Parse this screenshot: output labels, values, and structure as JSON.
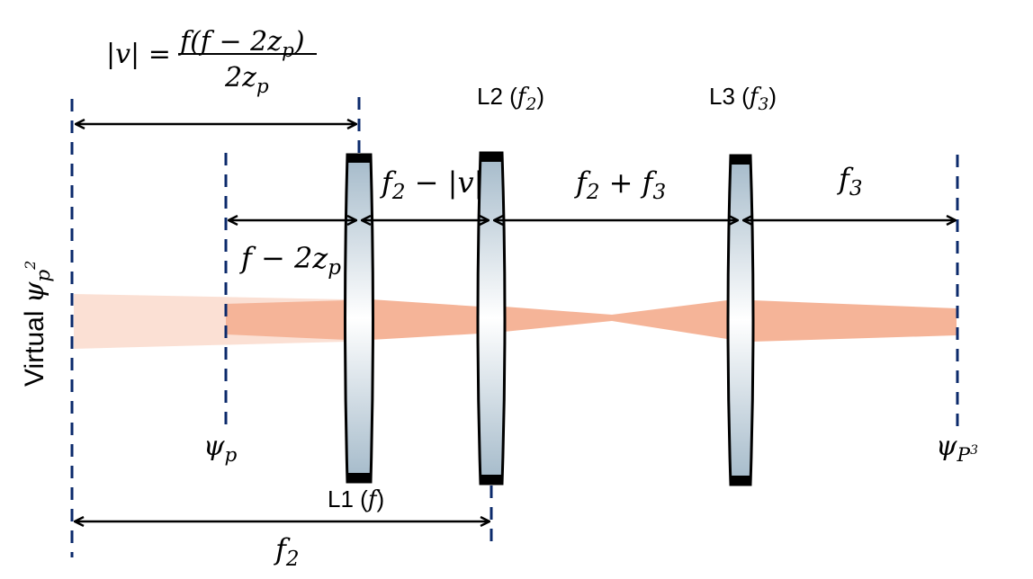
{
  "diagram": {
    "title": "4f relay imaging with virtual plane",
    "formula": {
      "lhs": "|v| = ",
      "numerator": "f(f − 2z",
      "numerator_sub": "p",
      "numerator_close": ")",
      "denominator": "2z",
      "denominator_sub": "p"
    },
    "lenses": [
      {
        "id": "L1",
        "label": "L1 (",
        "focal": "f",
        "focal_sub": "",
        "close": ")"
      },
      {
        "id": "L2",
        "label": "L2 (",
        "focal": "f",
        "focal_sub": "2",
        "close": ")"
      },
      {
        "id": "L3",
        "label": "L3 (",
        "focal": "f",
        "focal_sub": "3",
        "close": ")"
      }
    ],
    "planes": {
      "virtual": {
        "prefix": "Virtual ",
        "symbol": "ψ",
        "sub": "p",
        "sup": "2"
      },
      "object": {
        "symbol": "ψ",
        "sub": "p"
      },
      "image": {
        "symbol": "ψ",
        "sub": "P",
        "sup": "3"
      }
    },
    "distances": {
      "f_minus_2zp": {
        "main": "f − 2z",
        "sub": "p"
      },
      "f2_minus_v": {
        "main": "f",
        "sub": "2",
        "rest": " − |v|"
      },
      "f2_plus_f3": {
        "a": "f",
        "a_sub": "2",
        "op": " + ",
        "b": "f",
        "b_sub": "3"
      },
      "f3": {
        "main": "f",
        "sub": "3"
      },
      "f2": {
        "main": "f",
        "sub": "2"
      }
    },
    "colors": {
      "dashed_line": "#0b2a6b",
      "beam": "#f5b498",
      "beam_virtual": "#fbe0d4",
      "lens_top": "#a6bccb",
      "lens_mid": "#ffffff",
      "arrow": "#000000"
    }
  }
}
